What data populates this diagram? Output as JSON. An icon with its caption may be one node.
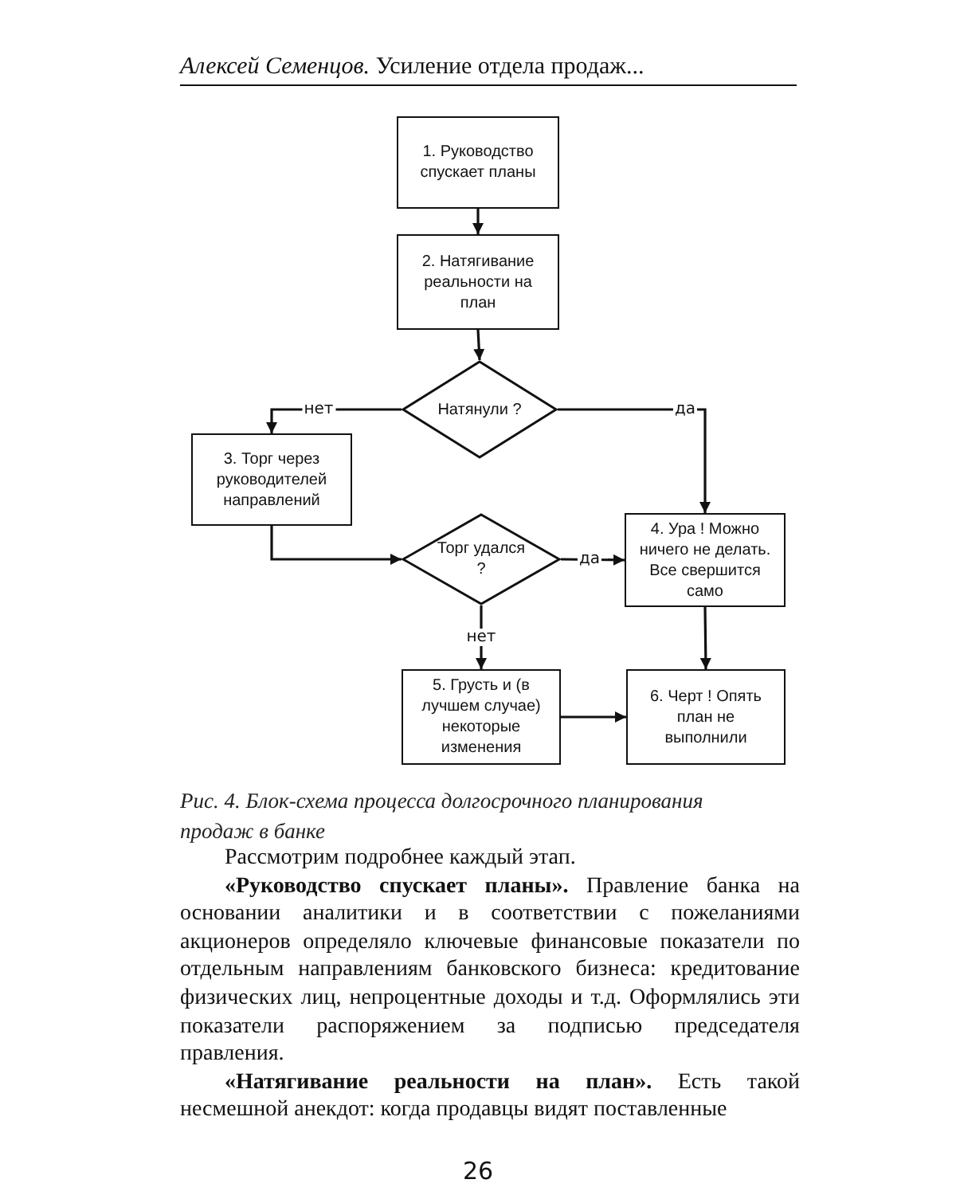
{
  "diagram": {
    "caption": "Рис. 4. Блок-схема процесса долгосрочного планирования продаж в банке",
    "nodes": [
      {
        "text": [
          "1. Руководство спускает планы"
        ]
      },
      {
        "text": [
          "2. Натягивание реальности на план"
        ]
      },
      {
        "text": [
          "Натянули ?"
        ]
      },
      {
        "text": [
          "3. Торг через руководителей направлений"
        ]
      },
      {
        "text": [
          "Торг удался ?"
        ]
      },
      {
        "text": [
          "4. Ура ! Можно ничего не делать. Все свершится само"
        ]
      },
      {
        "text": [
          "5. Грусть и (в лучшем случае) некоторые изменения"
        ]
      },
      {
        "text": [
          "6. Черт ! Опять план не выполнили"
        ]
      }
    ],
    "edges": [
      {
        "from": 0,
        "to": 1,
        "arrow": "to"
      },
      {
        "from": 1,
        "to": 2,
        "arrow": "to"
      },
      {
        "from": 2,
        "to": 3,
        "arrow": "to",
        "label": "нет"
      },
      {
        "from": 2,
        "to": 5,
        "arrow": "to",
        "label": "да"
      },
      {
        "from": 3,
        "to": 4,
        "arrow": "to"
      },
      {
        "from": 4,
        "to": 5,
        "arrow": "to",
        "label": "да"
      },
      {
        "from": 4,
        "to": 6,
        "arrow": "to",
        "label": "нет"
      },
      {
        "from": 5,
        "to": 7,
        "arrow": "to"
      },
      {
        "from": 6,
        "to": 7,
        "arrow": "to"
      }
    ],
    "labels": [
      "*Алексей Семенцов.* Усиление отдела продаж...",
      "Рассмотрим подробнее каждый этап.",
      "**«Руководство спускает планы».** Правление банка на основании аналитики и в соответствии с пожеланиями акционеров определяло ключевые финансовые показатели по отдельным направлениям банковского бизнеса: кредитование физических лиц, непроцентные доходы и т.д. Оформлялись эти показатели распоряжением за подписью председателя правления.",
      "**«Натягивание реальности на план».** Есть такой несмешной анекдот: когда продавцы видят поставленные",
      "26"
    ]
  }
}
